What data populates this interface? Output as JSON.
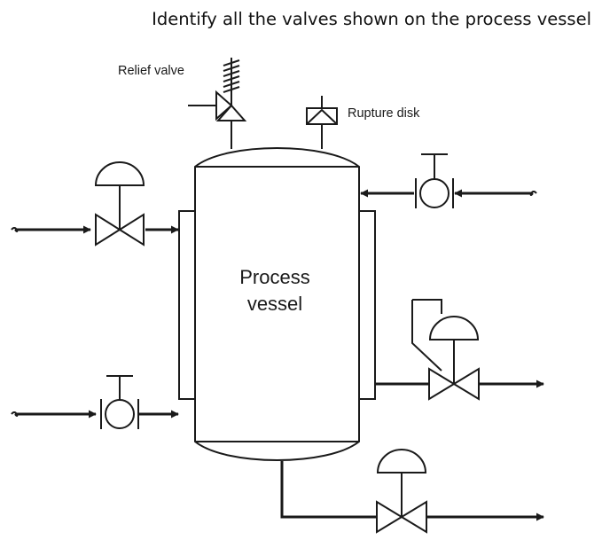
{
  "question": "Identify all the valves shown on the process vessel",
  "labels": {
    "relief_valve": "Relief valve",
    "rupture_disk": "Rupture disk",
    "vessel_line1": "Process",
    "vessel_line2": "vessel"
  },
  "colors": {
    "line": "#1a1a1a",
    "background": "#ffffff"
  }
}
